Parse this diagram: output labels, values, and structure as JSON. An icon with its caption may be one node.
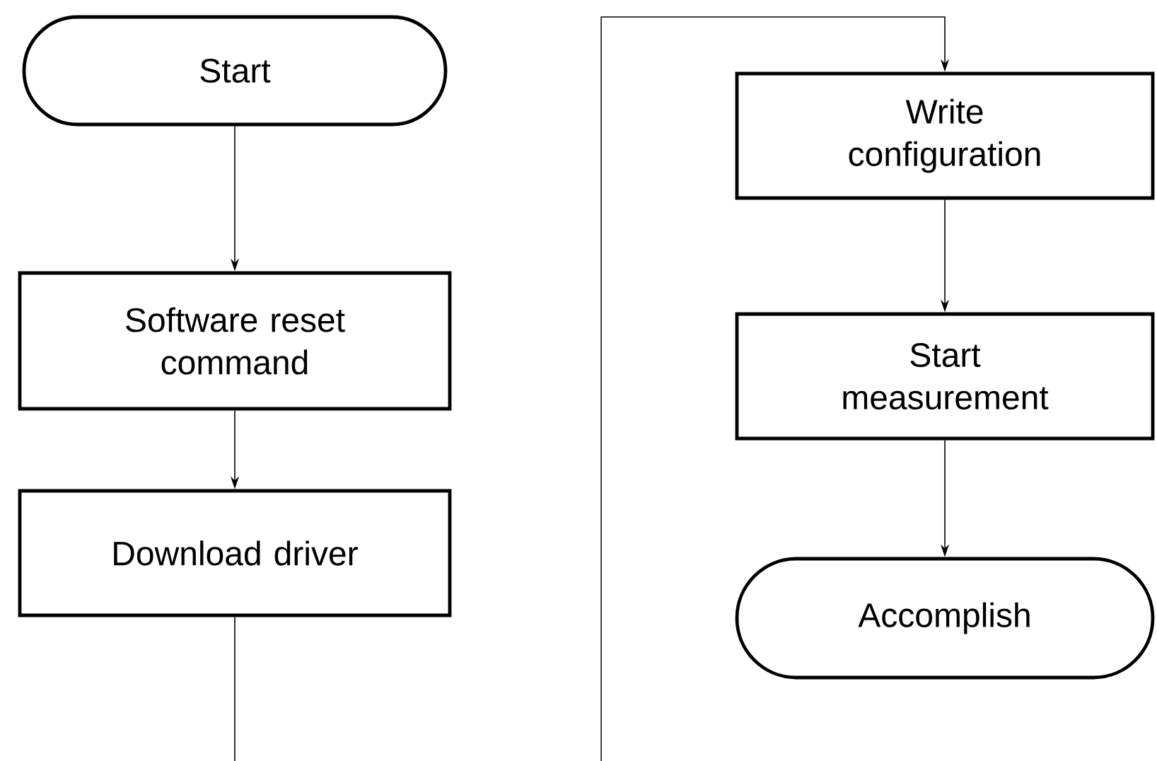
{
  "diagram": {
    "nodes": [
      {
        "text": [
          "Start"
        ]
      },
      {
        "text": [
          "Software reset command"
        ]
      },
      {
        "text": [
          "Download driver"
        ]
      },
      {
        "text": [
          "Write configuration"
        ]
      },
      {
        "text": [
          "Start measurement"
        ]
      },
      {
        "text": [
          "Accomplish"
        ]
      }
    ],
    "edges": [
      {
        "from": 0,
        "to": 1,
        "arrow": "to"
      },
      {
        "from": 1,
        "to": 2,
        "arrow": "to"
      },
      {
        "from": 2,
        "to": null,
        "arrow": "none"
      },
      {
        "from": null,
        "to": 3,
        "arrow": "to"
      },
      {
        "from": 3,
        "to": 4,
        "arrow": "to"
      },
      {
        "from": 4,
        "to": 5,
        "arrow": "to"
      }
    ]
  }
}
